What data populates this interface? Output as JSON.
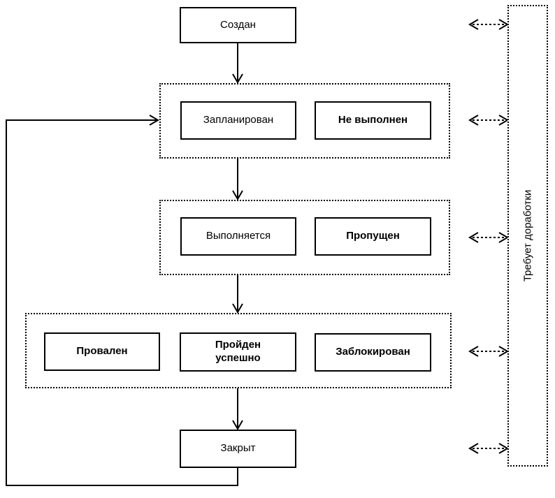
{
  "diagram": {
    "nodes": {
      "created": {
        "label": "Создан"
      },
      "planned": {
        "label": "Запланирован"
      },
      "not_executed": {
        "label": "Не выполнен"
      },
      "in_progress": {
        "label": "Выполняется"
      },
      "skipped": {
        "label": "Пропущен"
      },
      "failed": {
        "label": "Провален"
      },
      "passed": {
        "label": "Пройден успешно"
      },
      "blocked": {
        "label": "Заблокирован"
      },
      "closed": {
        "label": "Закрыт"
      },
      "rework_lane": {
        "label": "Требует доработки"
      }
    },
    "colors": {
      "line": "#000000",
      "box_fill": "#ffffff",
      "background": "#ffffff",
      "text": "#000000"
    }
  }
}
